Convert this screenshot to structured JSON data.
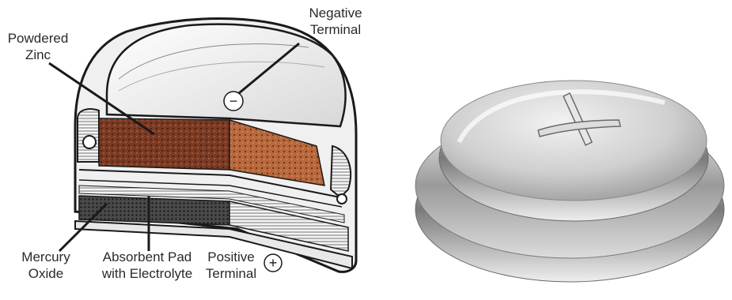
{
  "diagram": {
    "labels": {
      "negative_terminal": [
        "Negative",
        "Terminal"
      ],
      "powdered_zinc": [
        "Powdered",
        "Zinc"
      ],
      "mercury_oxide": [
        "Mercury",
        "Oxide"
      ],
      "absorbent_pad": [
        "Absorbent Pad",
        "with Electrolyte"
      ],
      "positive_terminal": [
        "Positive",
        "Terminal"
      ]
    },
    "symbols": {
      "negative": "−",
      "positive": "+"
    }
  },
  "colors": {
    "zinc_dark": "#5a2a1e",
    "zinc_light": "#a0522d",
    "oxide": "#3c3c3c",
    "metal_light": "#e6e6e6",
    "metal_dark": "#8c8c8c"
  }
}
